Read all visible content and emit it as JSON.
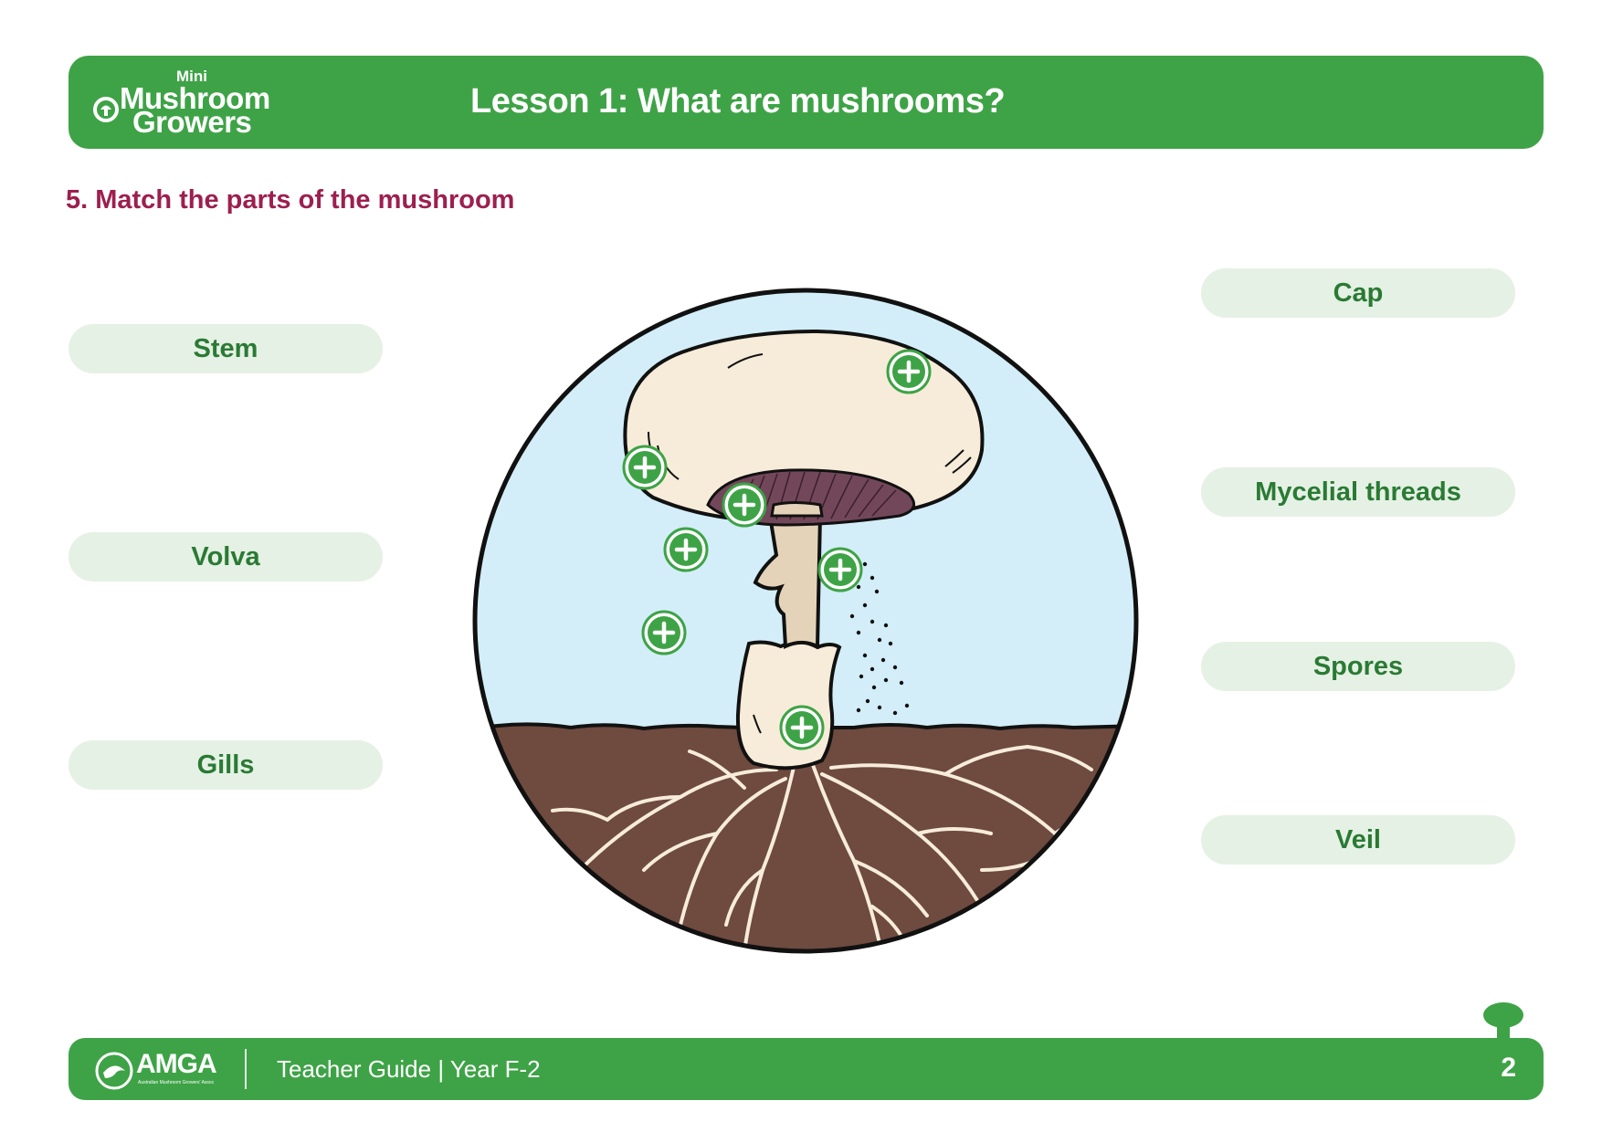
{
  "header": {
    "brand": {
      "line1": "Mini",
      "line2": "Mushroom",
      "line3": "Growers"
    },
    "title": "Lesson 1: What are mushrooms?"
  },
  "question": "5.  Match the parts of the mushroom",
  "labels": {
    "left": [
      "Stem",
      "Volva",
      "Gills"
    ],
    "right": [
      "Cap",
      "Mycelial threads",
      "Spores",
      "Veil"
    ]
  },
  "diagram": {
    "hotspot_count": 7,
    "hotspot_icon": "plus-circle-icon"
  },
  "footer": {
    "logo_text": "AMGA",
    "logo_sub": "Australian Mushroom Growers' Assoc",
    "guide": "Teacher Guide  |  Year F-2",
    "page_number": "2"
  },
  "colors": {
    "brand_green": "#3ea346",
    "label_fill": "#e5f1e4",
    "label_text": "#2a7a34",
    "question_color": "#9d1f4f",
    "sky": "#d3eef8",
    "soil": "#6e4a3f",
    "cap": "#f7ecd9",
    "gills": "#73475a"
  }
}
